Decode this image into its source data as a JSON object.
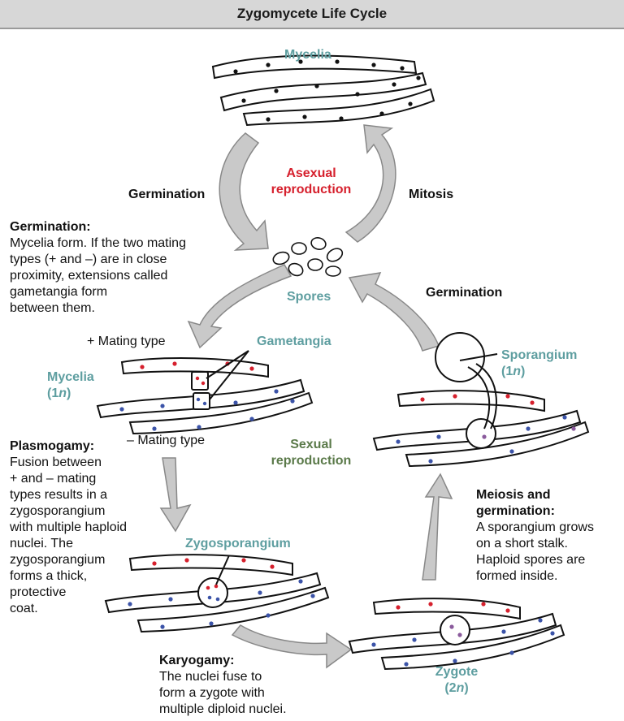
{
  "title": "Zygomycete Life Cycle",
  "labels": {
    "mycelia_top": "Mycelia",
    "asexual_line1": "Asexual",
    "asexual_line2": "reproduction",
    "germination_left": "Germination",
    "mitosis": "Mitosis",
    "spores": "Spores",
    "germination_right": "Germination",
    "plus_mating": "+ Mating type",
    "gametangia": "Gametangia",
    "mycelia_1n_line1": "Mycelia",
    "mycelia_1n_line2": "(1",
    "minus_mating": "– Mating type",
    "sporangium_line1": "Sporangium",
    "sporangium_line2": "(1",
    "sexual_line1": "Sexual",
    "sexual_line2": "reproduction",
    "zygosporangium": "Zygosporangium",
    "zygote_line1": "Zygote",
    "zygote_line2": "(2",
    "n": "n",
    "close_paren": ")"
  },
  "paragraphs": {
    "germination": {
      "heading": "Germination:",
      "text": "Mycelia form. If the two mating\ntypes (+ and –) are in close\nproximity, extensions called\ngametangia form\nbetween them."
    },
    "plasmogamy": {
      "heading": "Plasmogamy:",
      "text": "Fusion between\n+ and – mating\ntypes results in a\nzygosporangium\nwith multiple haploid\nnuclei. The\nzygosporangium\nforms a thick,\nprotective\ncoat."
    },
    "meiosis": {
      "heading_line1": "Meiosis and",
      "heading_line2": "germination:",
      "text": "A sporangium grows\non a short stalk.\nHaploid spores are\nformed inside."
    },
    "karyogamy": {
      "heading": "Karyogamy:",
      "text": "The nuclei fuse to\nform a zygote with\nmultiple diploid nuclei."
    }
  },
  "colors": {
    "header_bg": "#d7d7d7",
    "label_teal": "#5e9ea0",
    "asexual_red": "#d6202d",
    "sexual_green": "#5b7a4a",
    "arrow_fill": "#c9c9c9",
    "nucleus_black": "#111111",
    "nucleus_red": "#d6202d",
    "nucleus_blue": "#3b53a8",
    "nucleus_purple": "#8a5a9c"
  }
}
